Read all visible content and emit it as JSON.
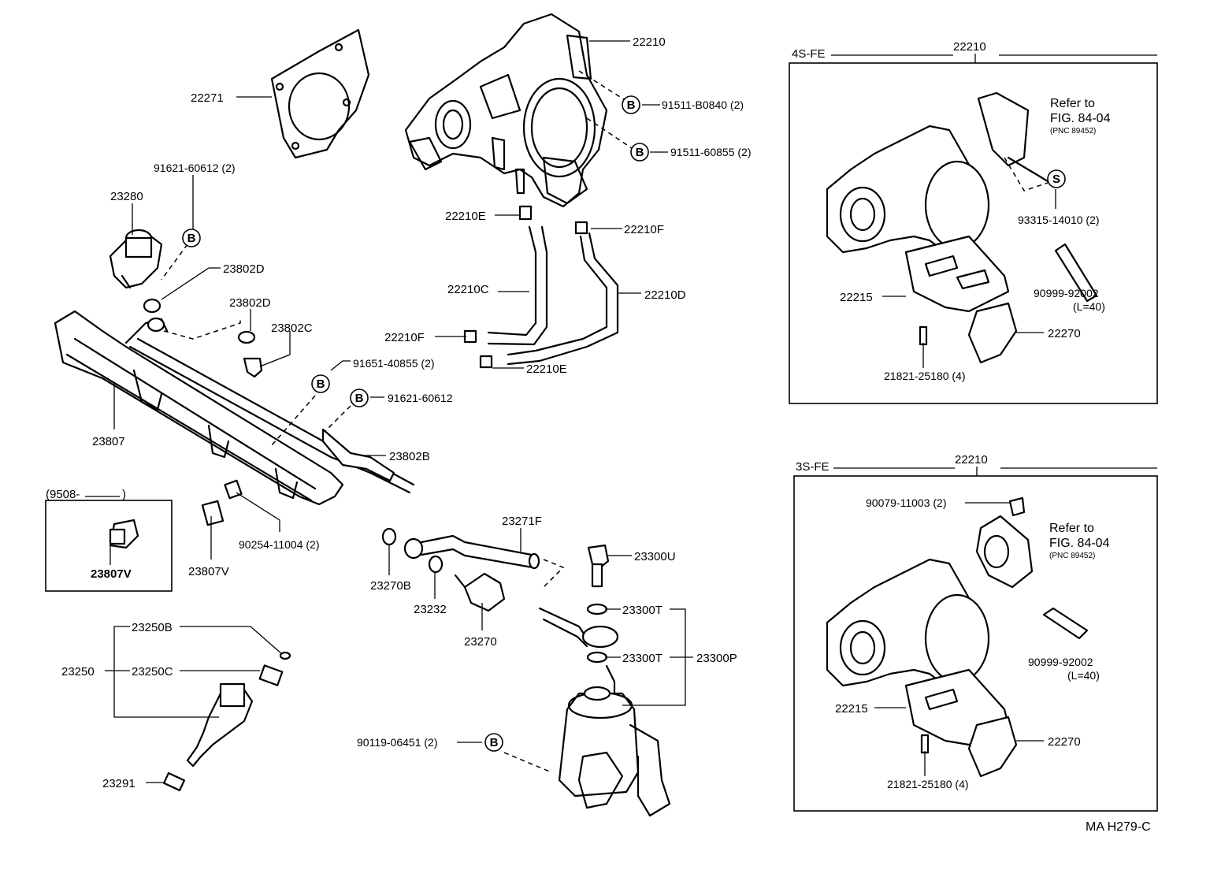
{
  "diagram_id": "MA H279-C",
  "symbols": {
    "bolt_b": "B",
    "screw_s": "S"
  },
  "panels": {
    "p4s": {
      "title": "4S-FE",
      "assembly": "22210"
    },
    "p3s": {
      "title": "3S-FE",
      "assembly": "22210"
    },
    "p9508": {
      "title": "(9508-",
      "close": ")",
      "part": "23807V"
    }
  },
  "labels": {
    "l22210": "22210",
    "l91511b": "91511-B0840 (2)",
    "l91511_6": "91511-60855 (2)",
    "l22271": "22271",
    "l91621_2": "91621-60612 (2)",
    "l23280": "23280",
    "l22210e_a": "22210E",
    "l22210f_a": "22210F",
    "l23802d_a": "23802D",
    "l23802d_b": "23802D",
    "l23802c": "23802C",
    "l22210c": "22210C",
    "l22210d": "22210D",
    "l22210f_b": "22210F",
    "l22210e_b": "22210E",
    "l91651": "91651-40855 (2)",
    "l91621": "91621-60612",
    "l23807": "23807",
    "l23802b": "23802B",
    "l90254": "90254-11004 (2)",
    "l23807v": "23807V",
    "l23271f": "23271F",
    "l23270b": "23270B",
    "l23232": "23232",
    "l23270": "23270",
    "l23300u": "23300U",
    "l23300t_a": "23300T",
    "l23300t_b": "23300T",
    "l23300p": "23300P",
    "l23250b": "23250B",
    "l23250": "23250",
    "l23250c": "23250C",
    "l23291": "23291",
    "l90119": "90119-06451 (2)"
  },
  "p4s_labels": {
    "refer1": "Refer to",
    "refer2": "FIG. 84-04",
    "refer3": "(PNC 89452)",
    "l93315": "93315-14010 (2)",
    "l22215": "22215",
    "l90999": "90999-92002",
    "l90999b": "(L=40)",
    "l22270": "22270",
    "l21821": "21821-25180 (4)"
  },
  "p3s_labels": {
    "l90079": "90079-11003 (2)",
    "refer1": "Refer to",
    "refer2": "FIG. 84-04",
    "refer3": "(PNC 89452)",
    "l90999": "90999-92002",
    "l90999b": "(L=40)",
    "l22215": "22215",
    "l22270": "22270",
    "l21821": "21821-25180 (4)"
  }
}
